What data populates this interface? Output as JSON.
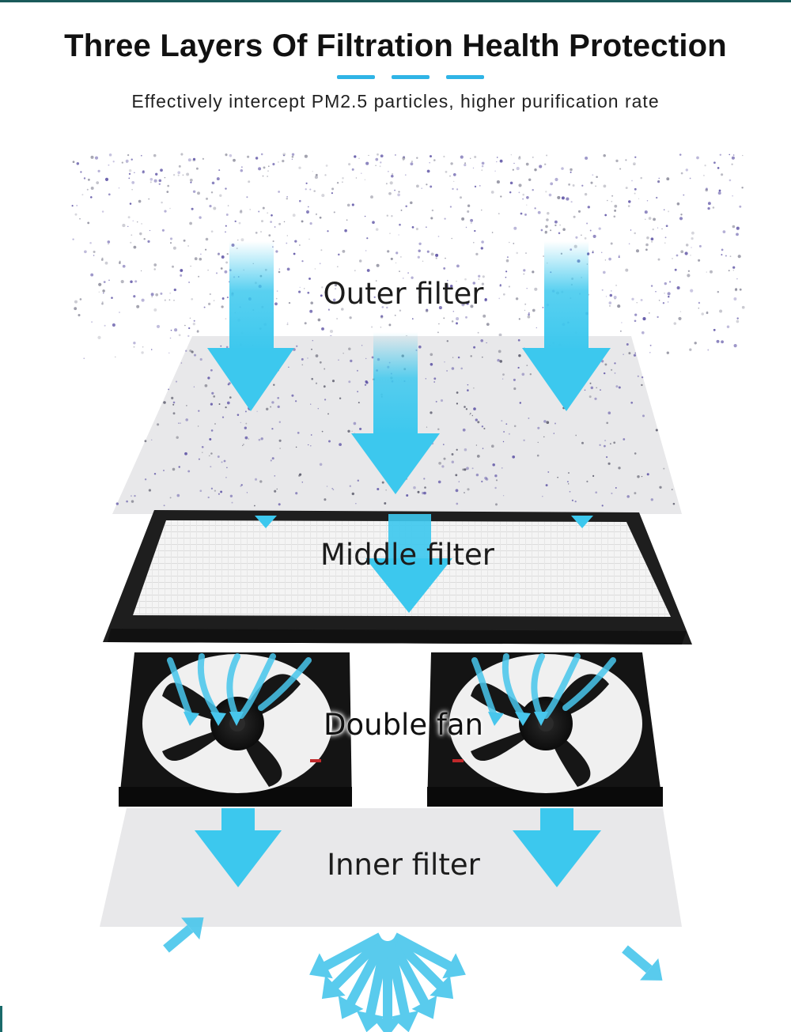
{
  "header": {
    "title": "Three Layers Of Filtration Health Protection",
    "subtitle": "Effectively intercept PM2.5 particles, higher purification rate"
  },
  "layers": {
    "outer": "Outer filter",
    "middle": "Middle filter",
    "fan": "Double fan",
    "inner": "Inner filter"
  },
  "colors": {
    "accent": "#2fb4e6",
    "arrow": "#3cc8ee",
    "particle": "#5a4fa3",
    "frame": "#222222",
    "filter_sheet": "#e8e8ea"
  }
}
